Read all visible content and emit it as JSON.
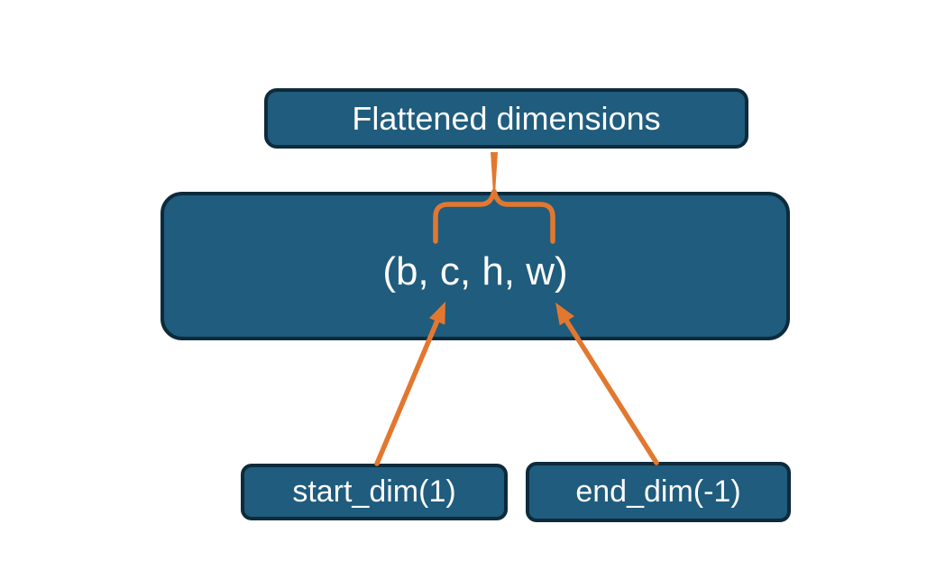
{
  "diagram": {
    "boxes": {
      "title": {
        "label": "Flattened dimensions"
      },
      "tensor": {
        "label": "(b, c, h, w)"
      },
      "start_dim": {
        "label": "start_dim(1)"
      },
      "end_dim": {
        "label": "end_dim(-1)"
      }
    },
    "colors": {
      "box_fill": "#1F5C7D",
      "box_border": "#0D2B3C",
      "connector_orange": "#E2782F",
      "text": "#FCFCFC",
      "background": "#FFFFFF"
    }
  }
}
